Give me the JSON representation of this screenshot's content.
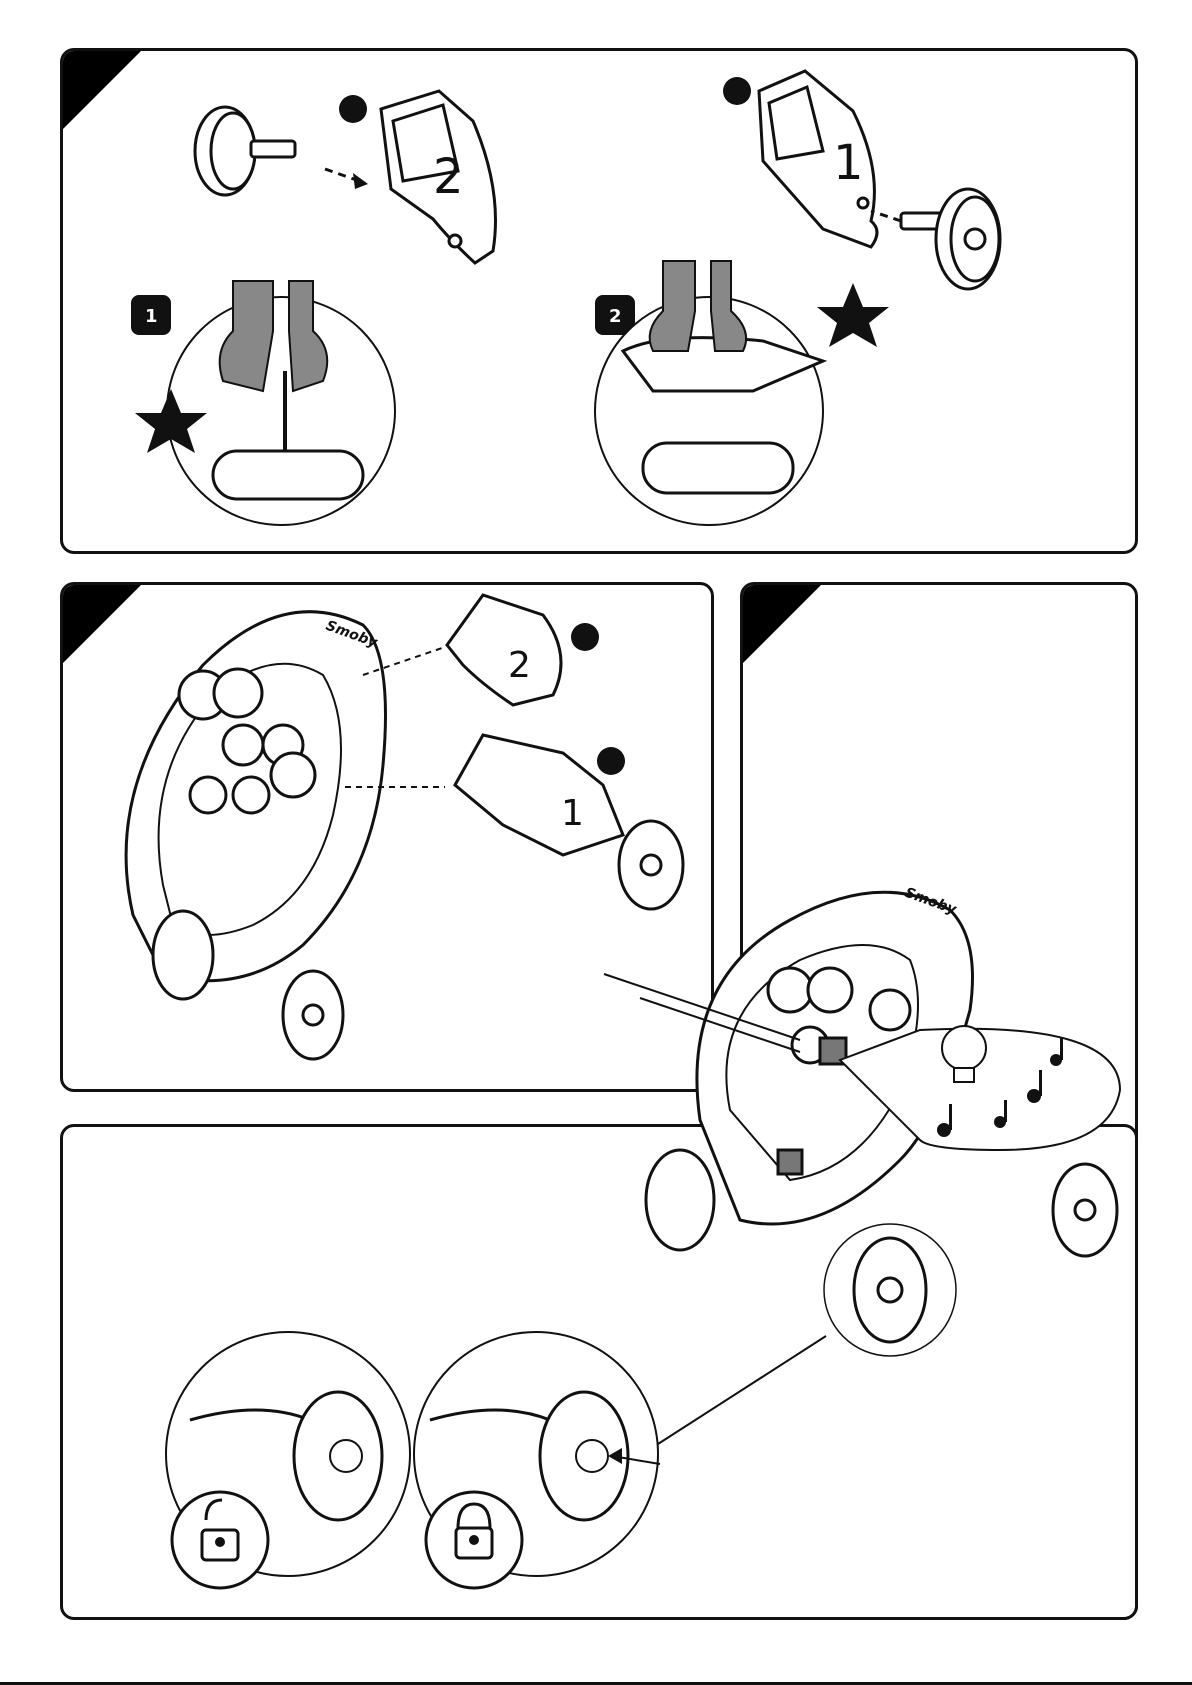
{
  "panels": {
    "wheel_assembly": {
      "part_labels": {
        "front": "2",
        "rear": "1"
      },
      "steps": [
        "1",
        "2"
      ]
    },
    "body_attach": {
      "part_labels": {
        "front": "2",
        "rear": "1"
      },
      "brand": "Smoby"
    },
    "activity": {
      "brand": "Smoby"
    },
    "wheel_lock": {
      "states": [
        "unlocked-icon",
        "locked-icon"
      ]
    }
  }
}
